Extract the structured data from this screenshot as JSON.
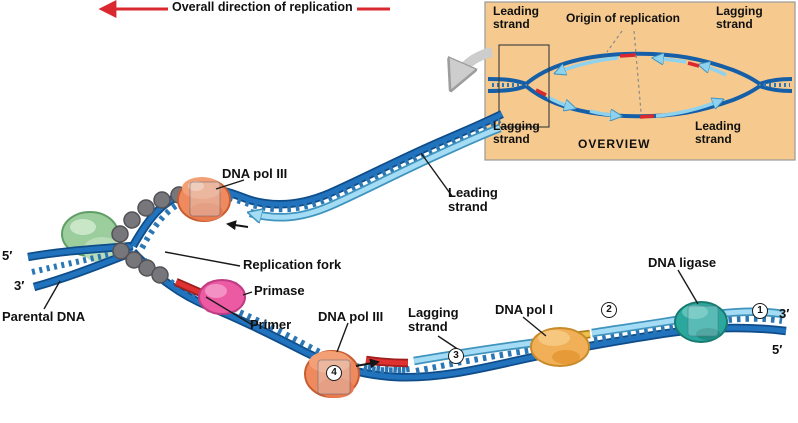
{
  "header": {
    "direction_label": "Overall direction of replication"
  },
  "overview": {
    "leading_strand_top": "Leading strand",
    "origin": "Origin of replication",
    "lagging_strand_top": "Lagging strand",
    "lagging_strand_bottom": "Lagging strand",
    "caption": "OVERVIEW",
    "leading_strand_bottom": "Leading strand"
  },
  "labels": {
    "dna_pol_iii_leading": "DNA pol III",
    "leading_strand": "Leading strand",
    "replication_fork": "Replication fork",
    "primase": "Primase",
    "primer": "Primer",
    "dna_pol_iii_lagging": "DNA pol III",
    "lagging_strand": "Lagging strand",
    "dna_pol_i": "DNA pol I",
    "dna_ligase": "DNA ligase",
    "parental_dna": "Parental DNA"
  },
  "ends": {
    "left_top": "5′",
    "left_bottom": "3′",
    "right_top": "3′",
    "right_bottom": "5′"
  },
  "steps": [
    "1",
    "2",
    "3",
    "4"
  ],
  "colors": {
    "parental_strand": "#2173bd",
    "new_strand": "#a3dcf4",
    "primer": "#e03131",
    "pol_iii_blob": "#ef8a5f",
    "primase_blob": "#ec5aa4",
    "pol_i_blob": "#f1b057",
    "ligase_blob": "#2aa89e",
    "helicase_blob": "#9ccd9d",
    "ssb_protein": "#77777b",
    "overview_background": "#f6c98e",
    "direction_arrow": "#d9282e"
  }
}
